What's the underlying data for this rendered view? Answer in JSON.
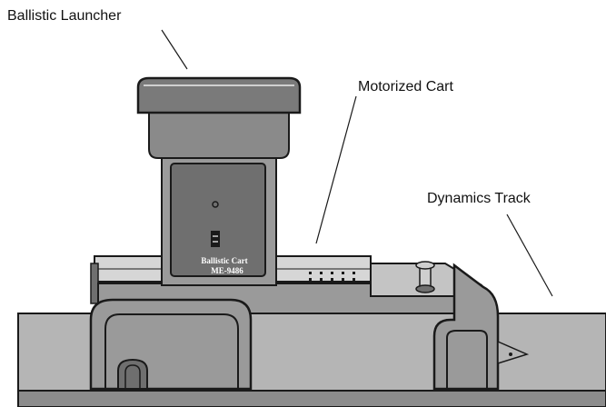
{
  "labels": {
    "launcher": "Ballistic Launcher",
    "cart": "Motorized Cart",
    "track": "Dynamics Track"
  },
  "plate": {
    "line1": "Ballistic Cart",
    "line2": "ME-9486"
  },
  "colors": {
    "outline": "#1a1a1a",
    "body": "#9a9a9a",
    "panel": "#6f6f6f",
    "dark": "#5a5a5a",
    "light": "#cfcfcf",
    "track_top": "#b5b5b5",
    "track_side": "#8c8c8c"
  }
}
